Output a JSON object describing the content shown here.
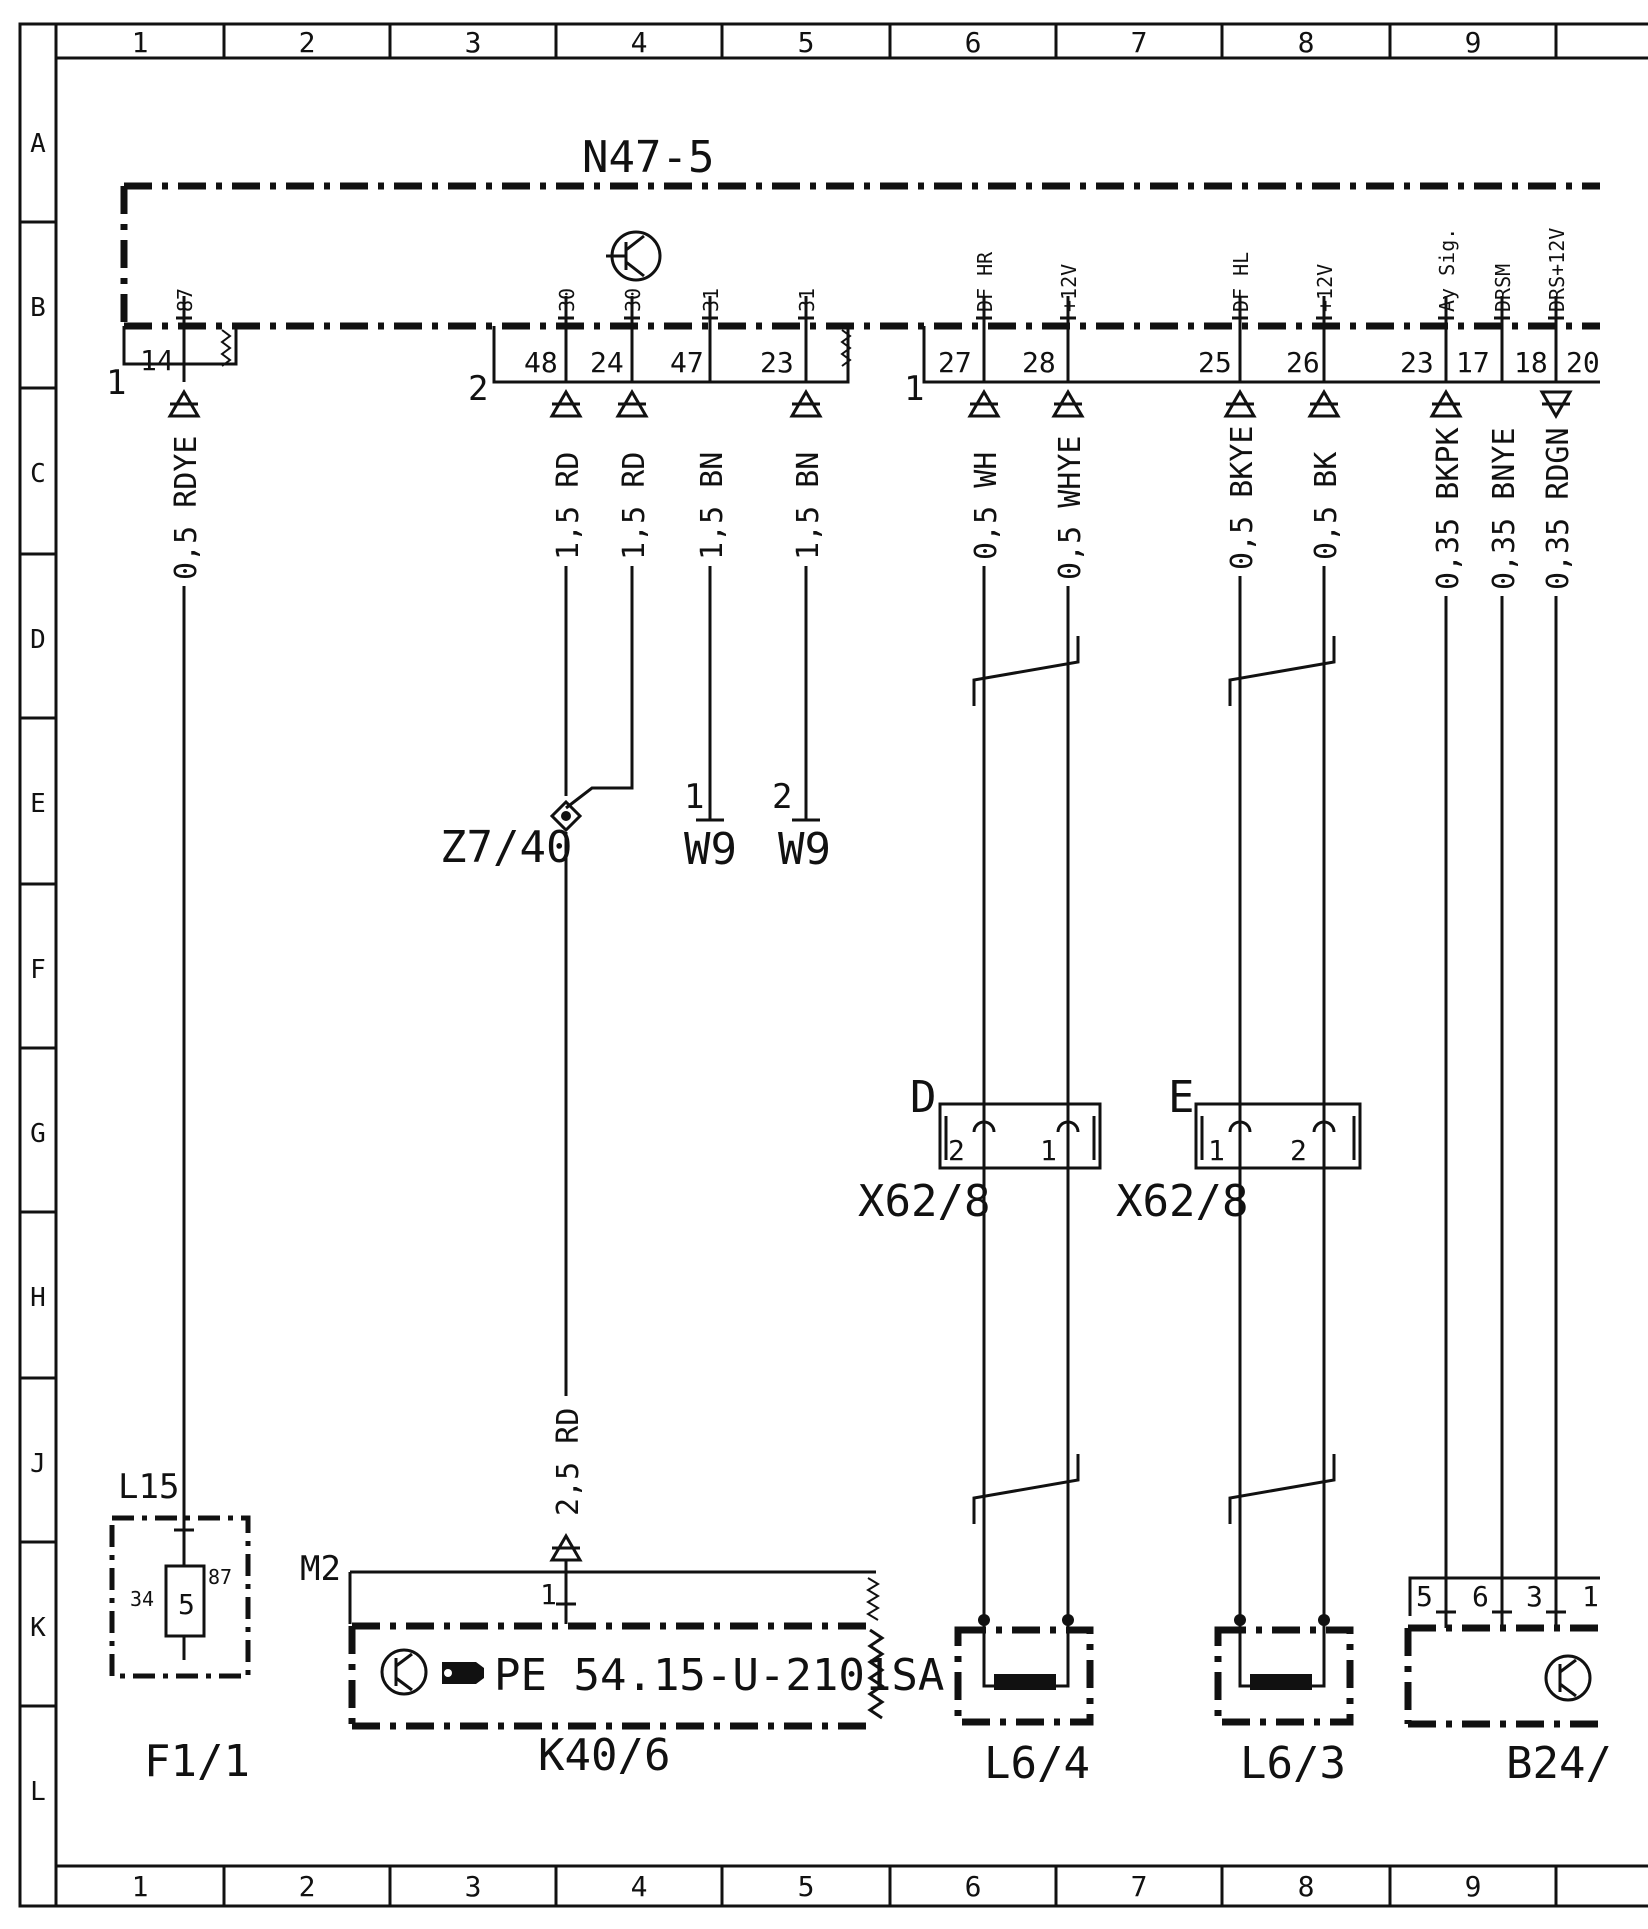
{
  "columns": [
    "1",
    "2",
    "3",
    "4",
    "5",
    "6",
    "7",
    "8",
    "9"
  ],
  "rows": [
    "A",
    "B",
    "C",
    "D",
    "E",
    "F",
    "G",
    "H",
    "J",
    "K",
    "L"
  ],
  "module": {
    "label": "N47-5"
  },
  "connectors": {
    "n47_left": "1",
    "n47_mid": "2",
    "n47_right": "1"
  },
  "pins": [
    {
      "id": "14",
      "signal": "87"
    },
    {
      "id": "48",
      "signal": "30"
    },
    {
      "id": "24",
      "signal": "30"
    },
    {
      "id": "47",
      "signal": "31"
    },
    {
      "id": "23",
      "signal": "31"
    },
    {
      "id": "27",
      "signal": "DF HR"
    },
    {
      "id": "28",
      "signal": "+12V"
    },
    {
      "id": "25",
      "signal": "DF HL"
    },
    {
      "id": "26",
      "signal": "+12V"
    },
    {
      "id": "23",
      "signal": "Ay Sig."
    },
    {
      "id": "17",
      "signal": "DRSM"
    },
    {
      "id": "18",
      "signal": "DRS+12V"
    },
    {
      "id": "20",
      "signal": ""
    }
  ],
  "wires": [
    "0,5 RDYE",
    "1,5 RD",
    "1,5 RD",
    "1,5 BN",
    "1,5 BN",
    "0,5 WH",
    "0,5 WHYE",
    "0,5 BKYE",
    "0,5 BK",
    "0,35 BKPK",
    "0,35 BNYE",
    "0,35 RDGN",
    "2,5 RD"
  ],
  "splice": {
    "label": "Z7/40"
  },
  "ground_points": [
    {
      "pin": "1",
      "label": "W9"
    },
    {
      "pin": "2",
      "label": "W9"
    }
  ],
  "plug_connectors": [
    {
      "letter": "D",
      "label": "X62/8",
      "pins": [
        "2",
        "1"
      ]
    },
    {
      "letter": "E",
      "label": "X62/8",
      "pins": [
        "1",
        "2"
      ]
    }
  ],
  "relay": {
    "top_label": "L15",
    "name": "F1/1",
    "fuse": "5",
    "pin_left": "34",
    "pin_right": "87"
  },
  "motor": {
    "connector_label": "M2",
    "pin": "1",
    "reference": "PE 54.15-U-2101SA",
    "name": "K40/6"
  },
  "sensors": [
    {
      "name": "L6/4"
    },
    {
      "name": "L6/3"
    }
  ],
  "sensor_b24": {
    "name": "B24/",
    "pins": [
      "5",
      "6",
      "3",
      "1"
    ]
  }
}
